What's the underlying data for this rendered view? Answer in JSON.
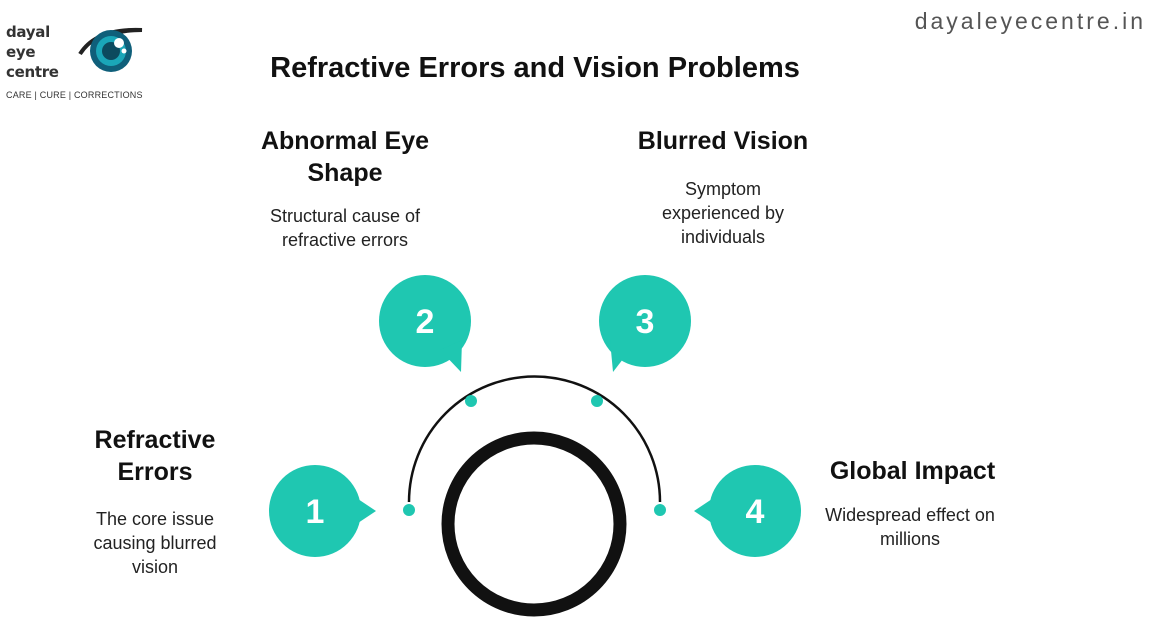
{
  "brand": {
    "name_lines": [
      "dayal",
      "eye",
      "centre"
    ],
    "tagline": "CARE | CURE | CORRECTIONS",
    "website": "dayaleyecentre.in"
  },
  "title": "Refractive Errors and Vision Problems",
  "accent_color": "#1fc7b1",
  "steps": [
    {
      "number": "1",
      "heading": "Refractive Errors",
      "description": "The core issue causing blurred vision"
    },
    {
      "number": "2",
      "heading": "Abnormal Eye Shape",
      "description": "Structural cause of refractive errors"
    },
    {
      "number": "3",
      "heading": "Blurred Vision",
      "description": "Symptom experienced by individuals"
    },
    {
      "number": "4",
      "heading": "Global Impact",
      "description": "Widespread effect on millions"
    }
  ]
}
